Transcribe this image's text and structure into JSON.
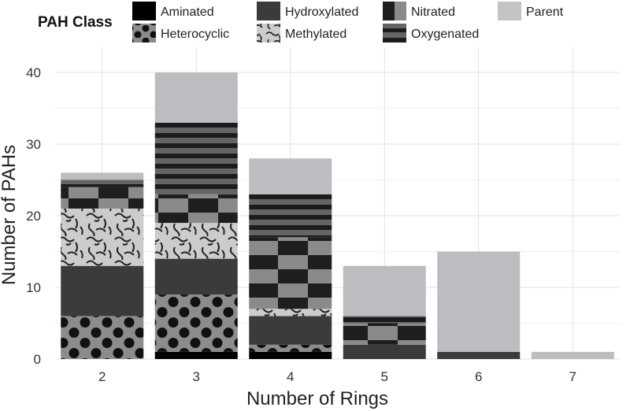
{
  "chart_data": {
    "type": "bar",
    "stacked": true,
    "xlabel": "Number of Rings",
    "ylabel": "Number of PAHs",
    "ylim": [
      0,
      42
    ],
    "yticks": [
      0,
      10,
      20,
      30,
      40
    ],
    "grid": true,
    "legend": {
      "title": "PAH Class",
      "placement": "top",
      "entries": [
        "Aminated",
        "Heterocyclic",
        "Hydroxylated",
        "Methylated",
        "Nitrated",
        "Oxygenated",
        "Parent"
      ]
    },
    "categories": [
      "2",
      "3",
      "4",
      "5",
      "6",
      "7"
    ],
    "series": [
      {
        "name": "Aminated",
        "values": [
          0,
          1,
          1,
          0,
          0,
          0
        ],
        "color": "#000000"
      },
      {
        "name": "Heterocyclic",
        "values": [
          6,
          8,
          1,
          0,
          0,
          0
        ],
        "color": "#8f8f8f"
      },
      {
        "name": "Hydroxylated",
        "values": [
          7,
          5,
          4,
          2,
          1,
          0
        ],
        "color": "#3b3b3b"
      },
      {
        "name": "Methylated",
        "values": [
          8,
          5,
          1,
          0,
          0,
          0
        ],
        "color": "#c4c4c4"
      },
      {
        "name": "Nitrated",
        "values": [
          3,
          4,
          10,
          3,
          0,
          0
        ],
        "color": "#2b2b2b"
      },
      {
        "name": "Oxygenated",
        "values": [
          1,
          10,
          6,
          1,
          0,
          0
        ],
        "color": "#5e5e5e"
      },
      {
        "name": "Parent",
        "values": [
          1,
          7,
          5,
          7,
          14,
          1
        ],
        "color": "#bdbdc1"
      }
    ]
  }
}
